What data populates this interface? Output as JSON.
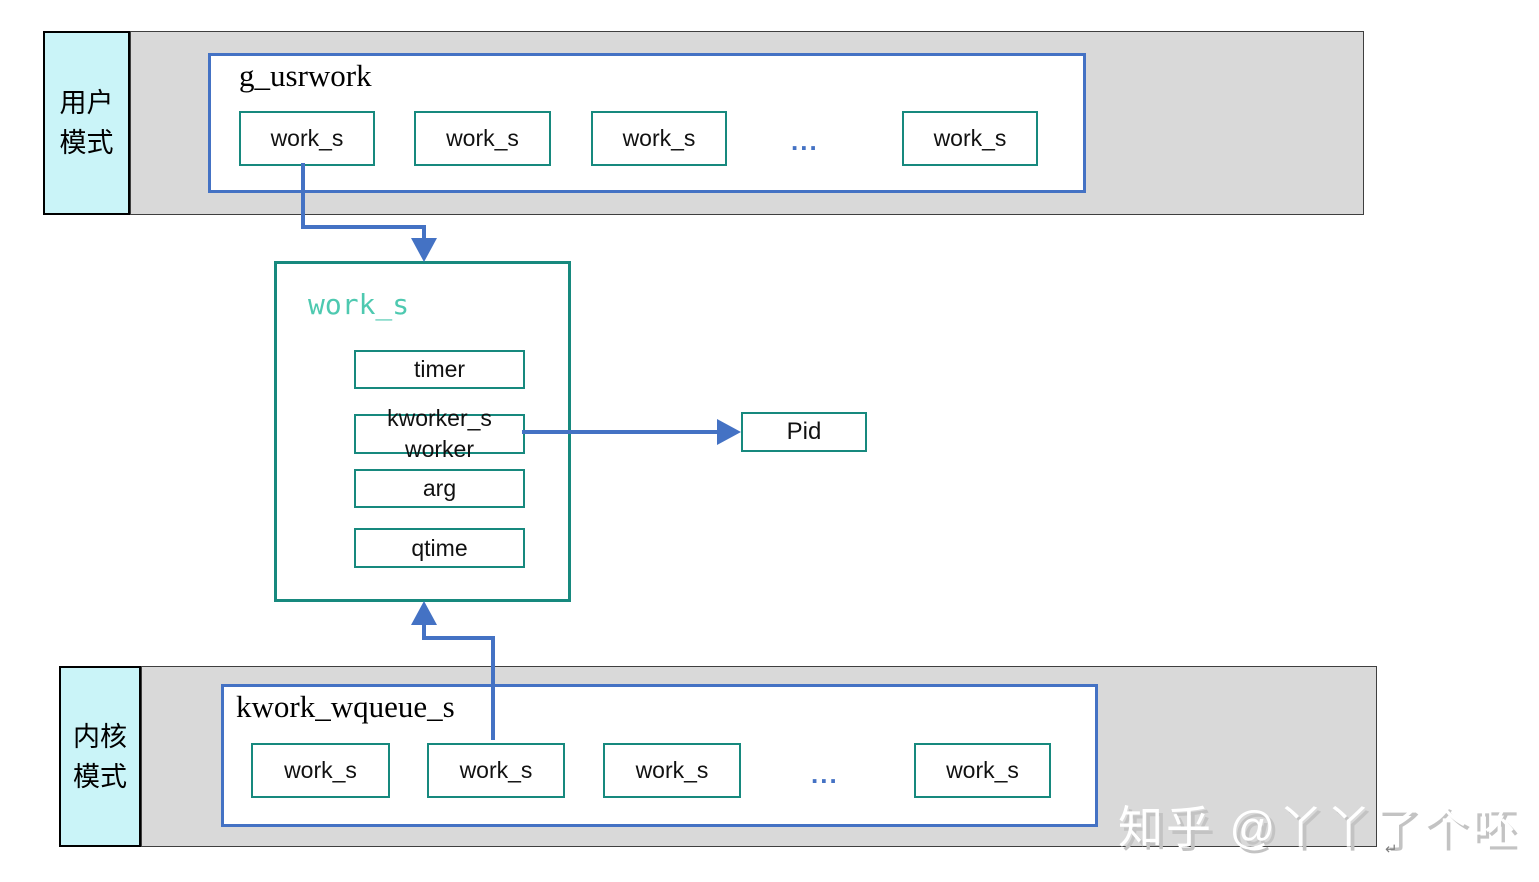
{
  "user_mode": {
    "label_lines": [
      "用户",
      "模式"
    ],
    "queue": {
      "title": "g_usrwork",
      "items": [
        "work_s",
        "work_s",
        "work_s",
        "work_s"
      ],
      "ellipsis": "..."
    }
  },
  "work_detail": {
    "title": "work_s",
    "fields": {
      "timer": "timer",
      "kworker_line1": "kworker_s",
      "kworker_line2": "worker",
      "arg": "arg",
      "qtime": "qtime"
    }
  },
  "pid": {
    "label": "Pid"
  },
  "kernel_mode": {
    "label_lines": [
      "内核",
      "模式"
    ],
    "queue": {
      "title": "kwork_wqueue_s",
      "items": [
        "work_s",
        "work_s",
        "work_s",
        "work_s"
      ],
      "ellipsis": "..."
    }
  },
  "watermark": {
    "text": "知乎 @丫丫了个呸",
    "return_mark": "↵"
  },
  "colors": {
    "accent_blue": "#4472C4",
    "teal_border": "#17897E",
    "mint_title": "#4EC9B0",
    "cyan_fill": "#CAF4F8",
    "band_fill": "#D9D9D9"
  }
}
